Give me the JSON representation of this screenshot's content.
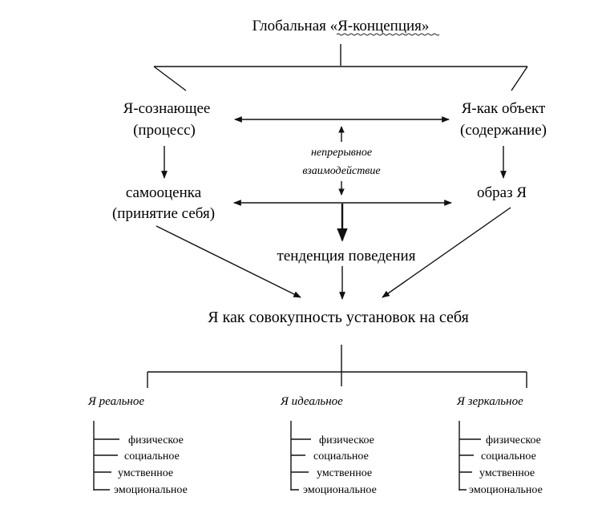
{
  "diagram": {
    "title": "Глобальная «Я-концепция»",
    "left_node": {
      "line1": "Я-сознающее",
      "line2": "(процесс)"
    },
    "right_node": {
      "line1": "Я-как объект",
      "line2": "(содержание)"
    },
    "interaction": {
      "line1": "непрерывное",
      "line2": "взаимодействие"
    },
    "self_esteem": {
      "line1": "самооценка",
      "line2": "(принятие себя)"
    },
    "self_image": "образ Я",
    "tendency": "тенденция поведения",
    "aggregate": "Я как совокупность установок на себя",
    "branches": [
      {
        "title": "Я реальное",
        "items": [
          "физическое",
          "социальное",
          "умственное",
          "эмоциональное"
        ]
      },
      {
        "title": "Я идеальное",
        "items": [
          "физическое",
          "социальное",
          "умственное",
          "эмоциональное"
        ]
      },
      {
        "title": "Я зеркальное",
        "items": [
          "физическое",
          "социальное",
          "умственное",
          "эмоциональное"
        ]
      }
    ]
  }
}
